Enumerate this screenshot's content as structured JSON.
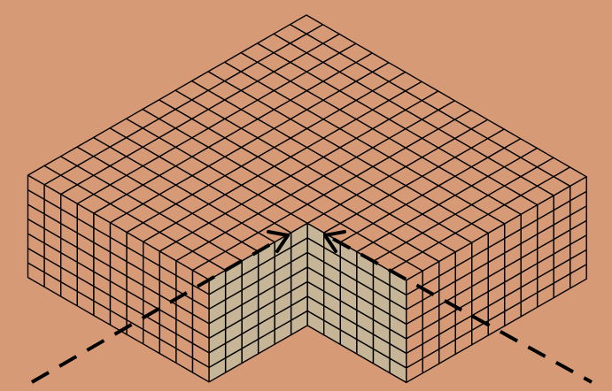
{
  "colors": {
    "background": "#d79a76",
    "exterior_face": "#d79a76",
    "cut_face": "#c6b597",
    "grid_line": "#000000",
    "dash_line": "#000000"
  },
  "diagram": {
    "type": "isometric cube assembly with notch cutaway",
    "outer_grid": {
      "n": 17,
      "m": 17,
      "h": 7
    },
    "notch_grid": {
      "n": 6,
      "m": 6
    },
    "arrows": 2
  }
}
